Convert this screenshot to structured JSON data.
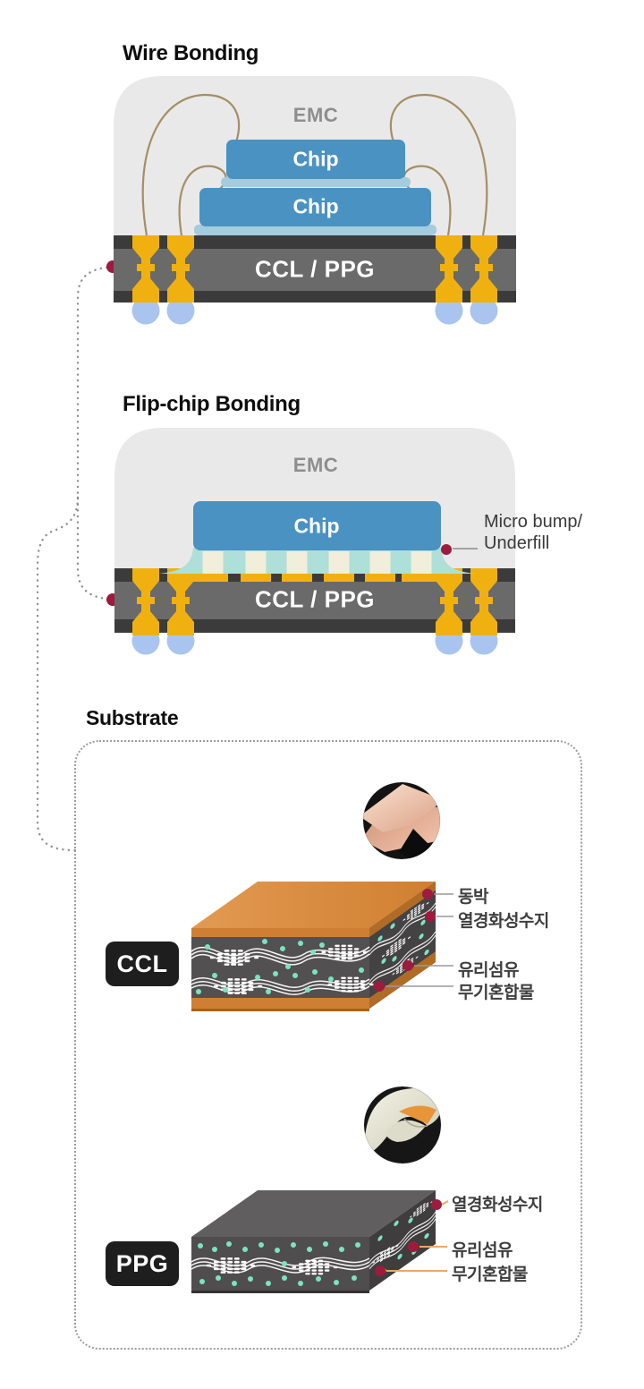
{
  "wire_bonding": {
    "title": "Wire Bonding",
    "emc_label": "EMC",
    "chip_top_label": "Chip",
    "chip_bottom_label": "Chip",
    "substrate_label": "CCL / PPG"
  },
  "flip_chip": {
    "title": "Flip-chip Bonding",
    "emc_label": "EMC",
    "chip_label": "Chip",
    "substrate_label": "CCL / PPG",
    "callout_line1": "Micro bump/",
    "callout_line2": "Underfill"
  },
  "substrate": {
    "title": "Substrate",
    "ccl": {
      "badge": "CCL",
      "labels": [
        "동박",
        "열경화성수지",
        "유리섬유",
        "무기혼합물"
      ]
    },
    "ppg": {
      "badge": "PPG",
      "labels": [
        "열경화성수지",
        "유리섬유",
        "무기혼합물"
      ]
    }
  },
  "colors": {
    "accent_red": "#9E1B3F",
    "gold": "#F0B110",
    "chip_blue": "#4A92C2",
    "emc_gray": "#E9E9E9",
    "substrate_gray": "#6A6A6A",
    "substrate_dark": "#3B3B3B",
    "ball_blue": "#A9C4EE",
    "underfill_teal": "#AEDFD8",
    "bump_cream": "#F2EEDC",
    "copper_orange": "#CE7F33",
    "fiber_teal": "#7CE3C1",
    "wire_tan": "#A58E66"
  }
}
